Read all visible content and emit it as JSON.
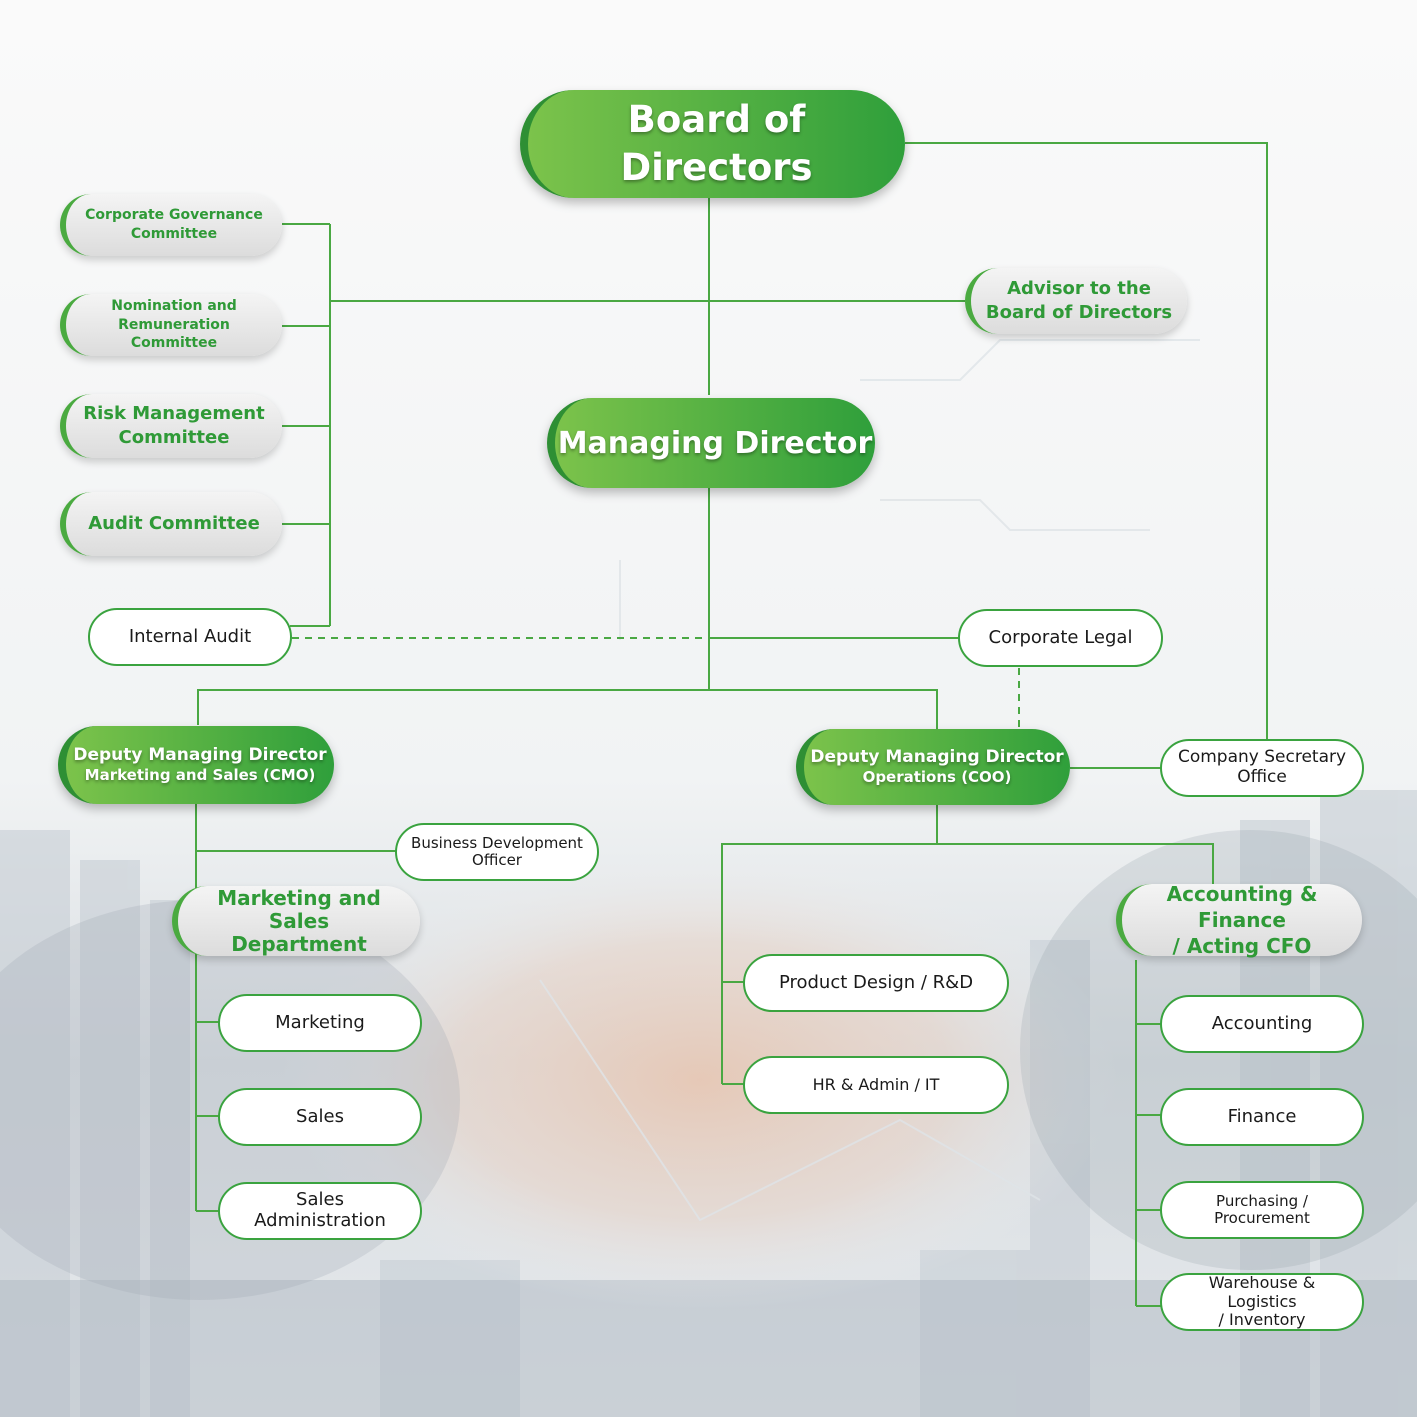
{
  "colors": {
    "accent": "#3aa33f",
    "dark_green": "#2e8f34",
    "light_green": "#7cc34b",
    "grey": "#e2e2e2"
  },
  "board": {
    "label": "Board of Directors"
  },
  "managing_director": {
    "label": "Managing Director"
  },
  "advisor": {
    "line1": "Advisor to the",
    "line2": "Board of Directors"
  },
  "committees": [
    {
      "line1": "Corporate Governance",
      "line2": "Committee"
    },
    {
      "line1": "Nomination and",
      "line2": "Remuneration Committee"
    },
    {
      "line1": "Risk Management",
      "line2": "Committee"
    },
    {
      "line1": "Audit Committee"
    }
  ],
  "internal_audit": {
    "label": "Internal Audit"
  },
  "corporate_legal": {
    "label": "Corporate Legal"
  },
  "company_secretary": {
    "line1": "Company Secretary",
    "line2": "Office"
  },
  "cmo": {
    "title": "Deputy Managing Director",
    "subtitle": "Marketing and Sales (CMO)"
  },
  "coo": {
    "title": "Deputy Managing Director",
    "subtitle": "Operations (COO)"
  },
  "business_dev": {
    "line1": "Business Development",
    "line2": "Officer"
  },
  "marketing_dept": {
    "line1": "Marketing and Sales",
    "line2": "Department"
  },
  "marketing_units": [
    "Marketing",
    "Sales",
    "Sales Administration"
  ],
  "operations_units": [
    "Product Design / R&D",
    "HR & Admin / IT"
  ],
  "finance_dept": {
    "line1": "Accounting & Finance",
    "line2": "/ Acting CFO"
  },
  "finance_units": [
    {
      "line1": "Accounting"
    },
    {
      "line1": "Finance"
    },
    {
      "line1": "Purchasing / Procurement"
    },
    {
      "line1": "Warehouse & Logistics",
      "line2": "/ Inventory"
    }
  ]
}
